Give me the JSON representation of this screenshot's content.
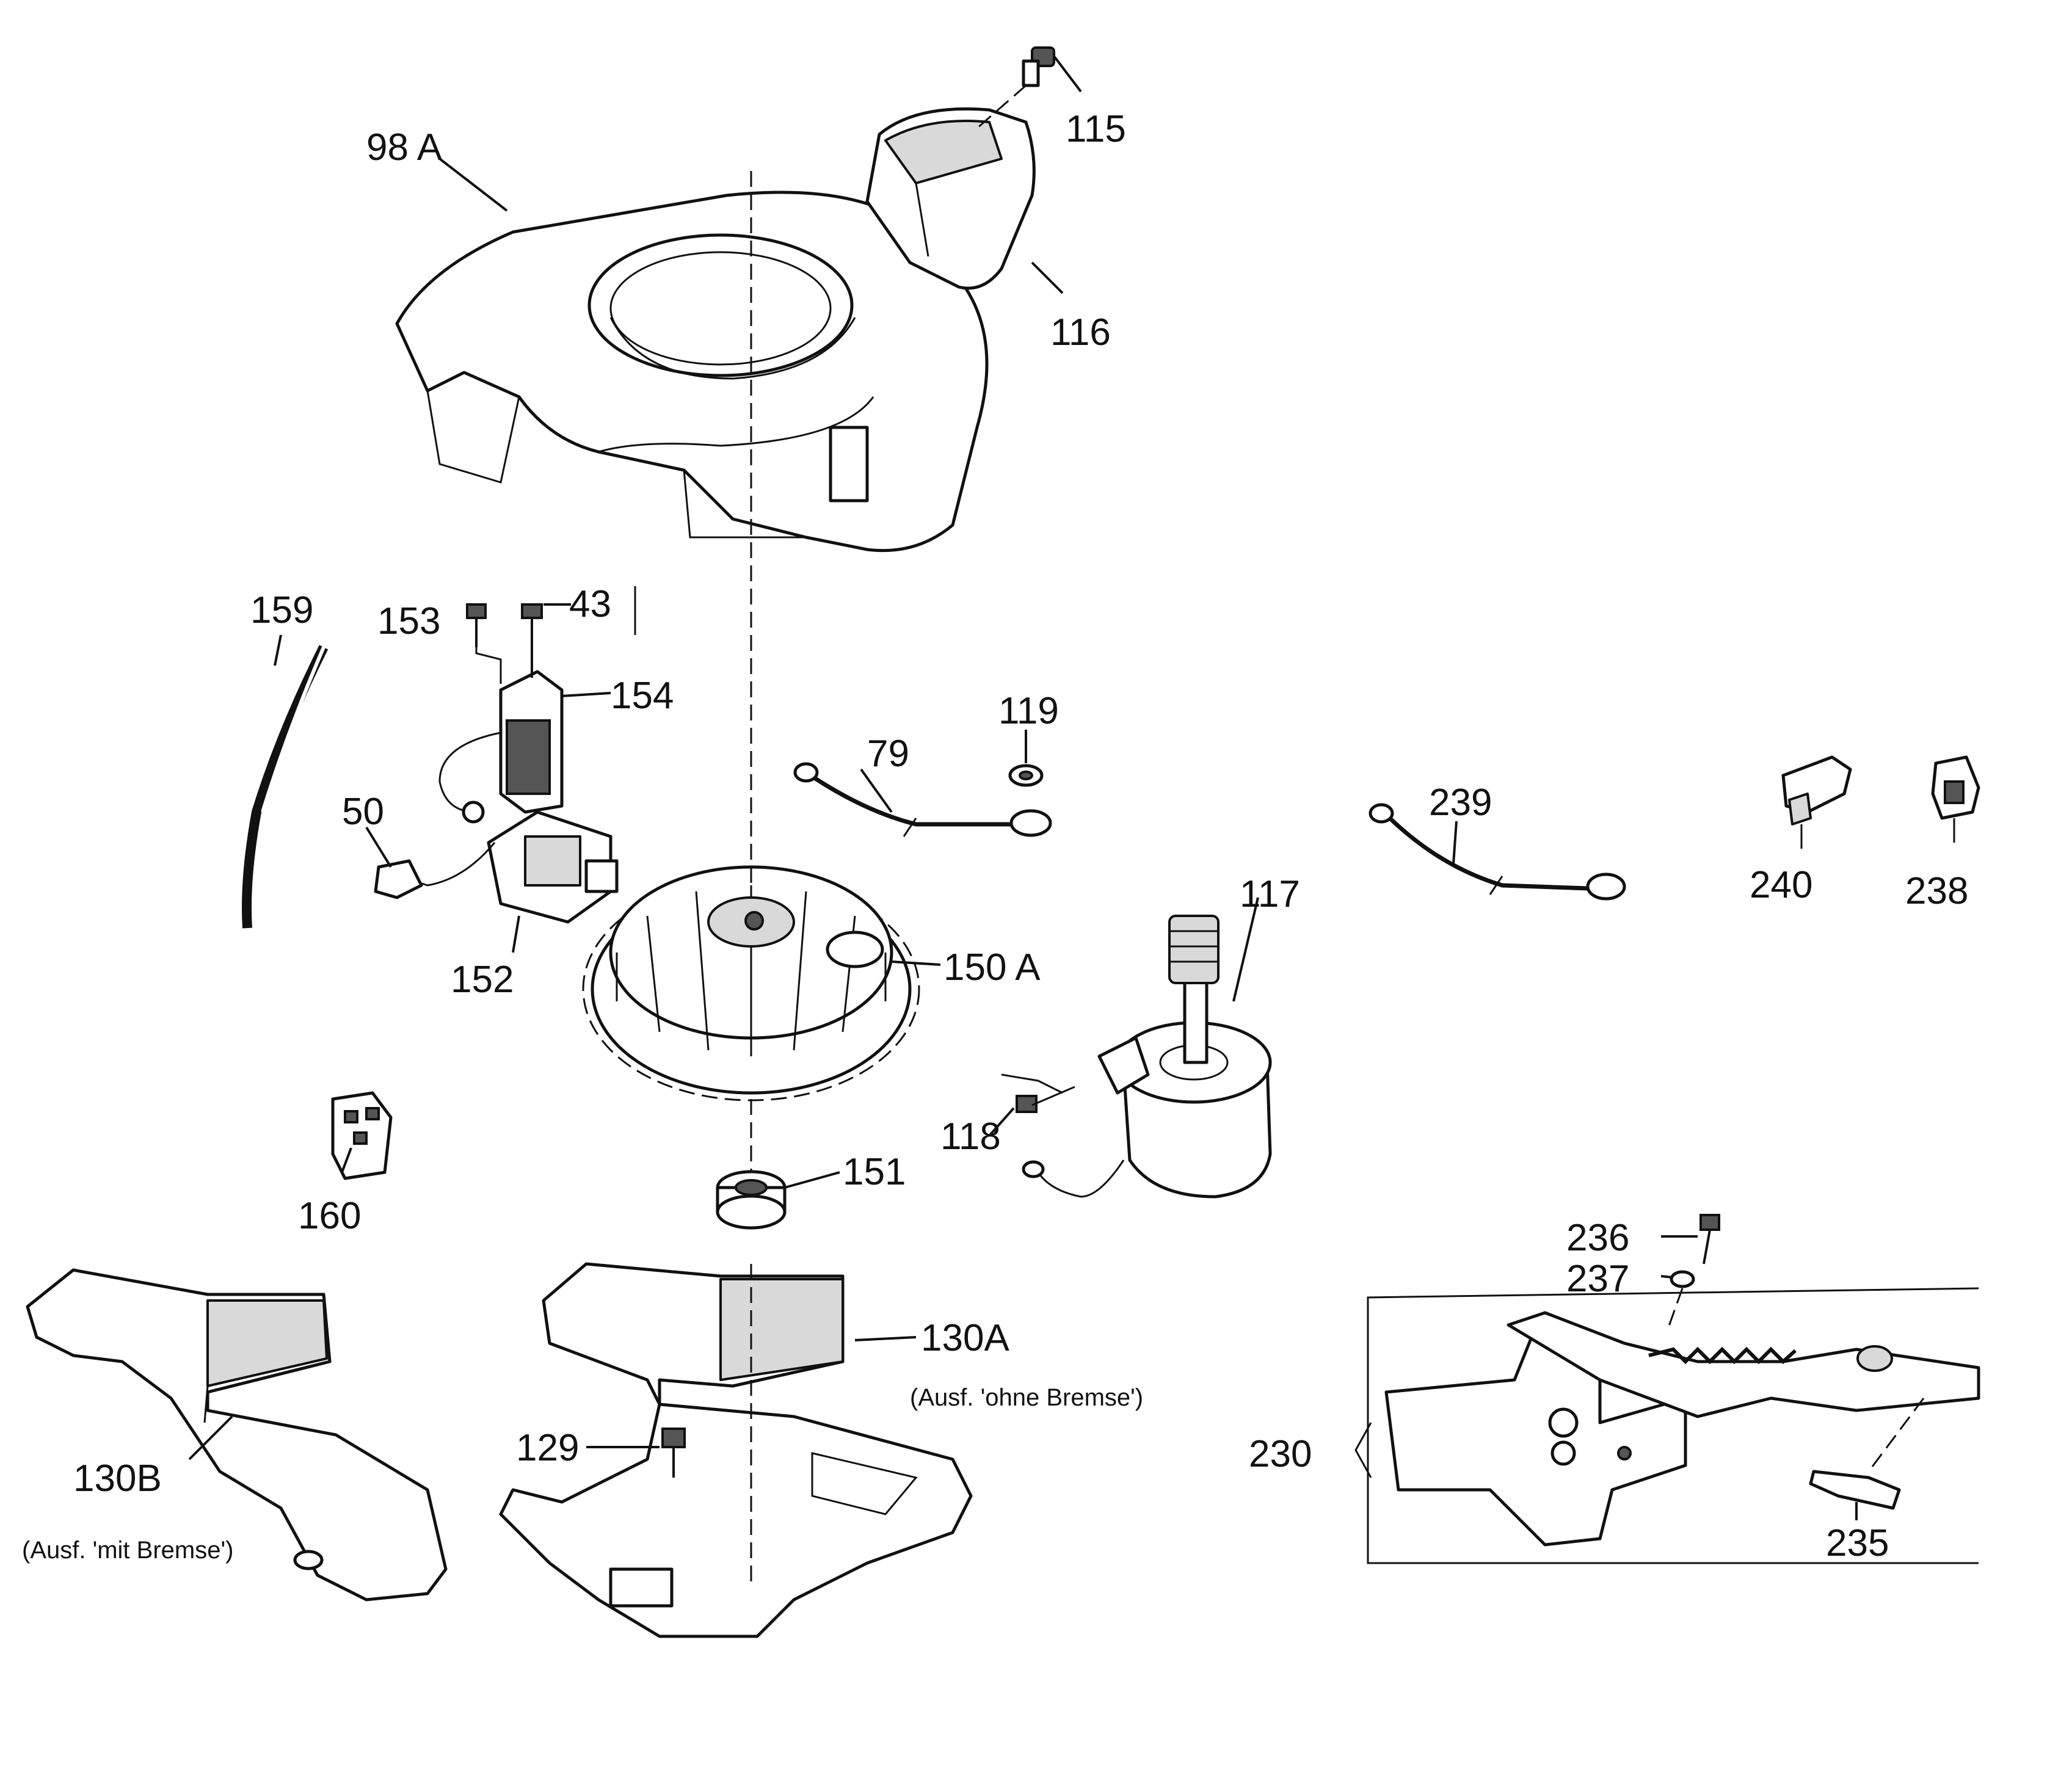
{
  "labels": {
    "p98a": "98 A",
    "p115": "115",
    "p116": "116",
    "p159": "159",
    "p153": "153",
    "p43": "43",
    "p154": "154",
    "p50": "50",
    "p152": "152",
    "p79": "79",
    "p119": "119",
    "p239": "239",
    "p240": "240",
    "p238": "238",
    "p117": "117",
    "p150a": "150 A",
    "p118": "118",
    "p151": "151",
    "p160": "160",
    "p236": "236",
    "p237": "237",
    "p130a": "130A",
    "p130b": "130B",
    "p129": "129",
    "p230": "230",
    "p235": "235"
  },
  "notes": {
    "ohne_bremse": "(Ausf. 'ohne Bremse')",
    "mit_bremse": "(Ausf. 'mit Bremse')"
  }
}
